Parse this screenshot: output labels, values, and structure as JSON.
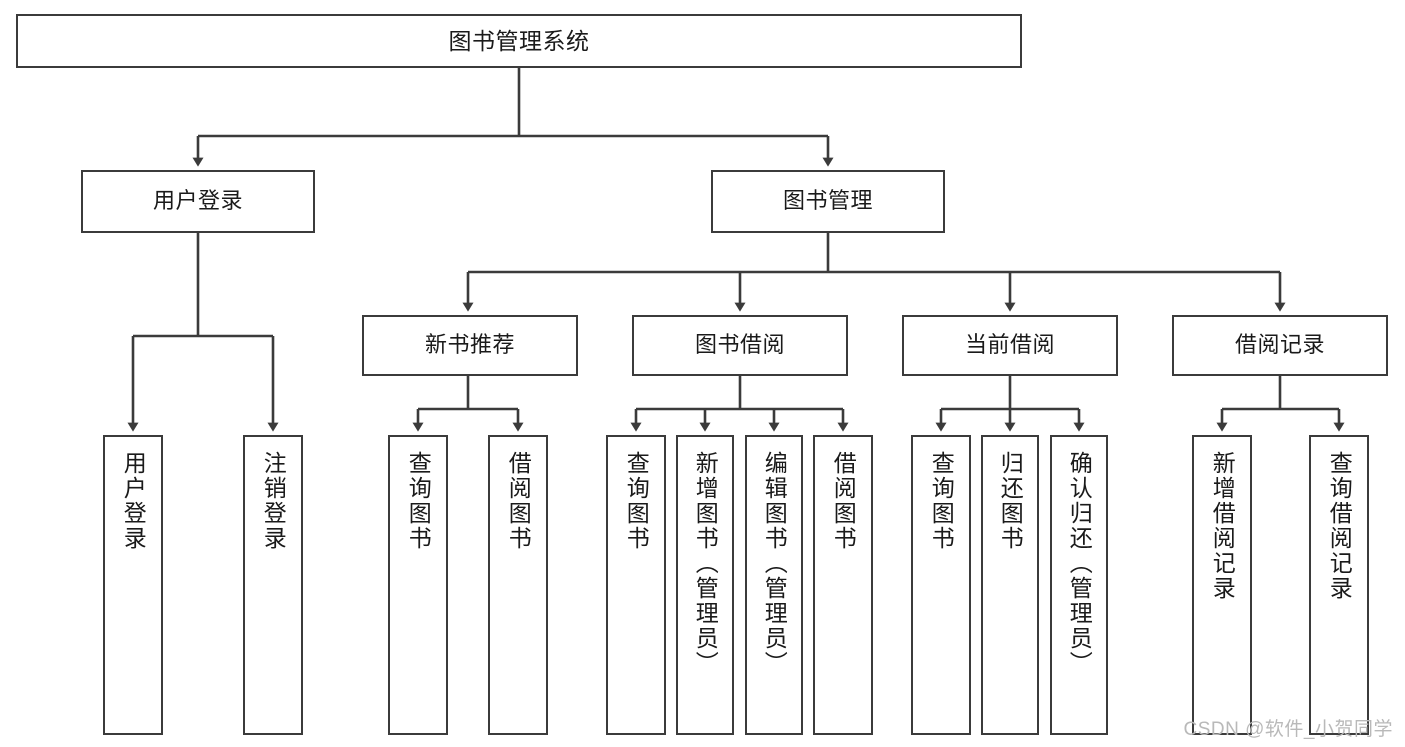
{
  "diagram": {
    "title": "图书管理系统",
    "type": "hierarchy-tree",
    "style": {
      "box_border_color": "#3b3b3b",
      "box_fill": "#ffffff",
      "line_color": "#3b3b3b",
      "text_color": "#1a1a1a",
      "watermark_color": "#b9b9b9"
    },
    "levels": {
      "root": {
        "label": "图书管理系统"
      },
      "level2": [
        {
          "label": "用户登录"
        },
        {
          "label": "图书管理"
        }
      ],
      "level3": [
        {
          "label": "新书推荐"
        },
        {
          "label": "图书借阅"
        },
        {
          "label": "当前借阅"
        },
        {
          "label": "借阅记录"
        }
      ],
      "leaves": {
        "user_login": [
          {
            "label": "用户登录"
          },
          {
            "label": "注销登录"
          }
        ],
        "new_book_recommend": [
          {
            "label": "查询图书"
          },
          {
            "label": "借阅图书"
          }
        ],
        "book_borrow": [
          {
            "label": "查询图书"
          },
          {
            "label": "新增图书（管理员）"
          },
          {
            "label": "编辑图书（管理员）"
          },
          {
            "label": "借阅图书"
          }
        ],
        "current_borrow": [
          {
            "label": "查询图书"
          },
          {
            "label": "归还图书"
          },
          {
            "label": "确认归还（管理员）"
          }
        ],
        "borrow_record": [
          {
            "label": "新增借阅记录"
          },
          {
            "label": "查询借阅记录"
          }
        ]
      }
    },
    "watermark": "CSDN @软件_小贺同学"
  }
}
